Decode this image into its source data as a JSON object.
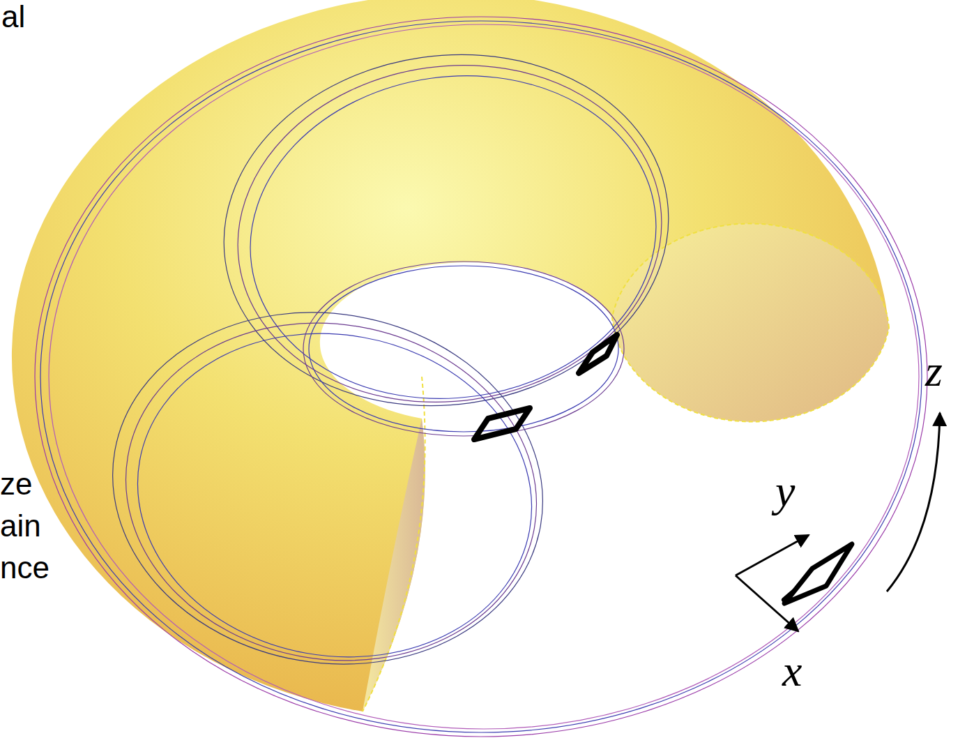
{
  "diagram": {
    "labels": [
      "al",
      "ze",
      "ain",
      "nce",
      "z",
      "y",
      "x"
    ]
  }
}
